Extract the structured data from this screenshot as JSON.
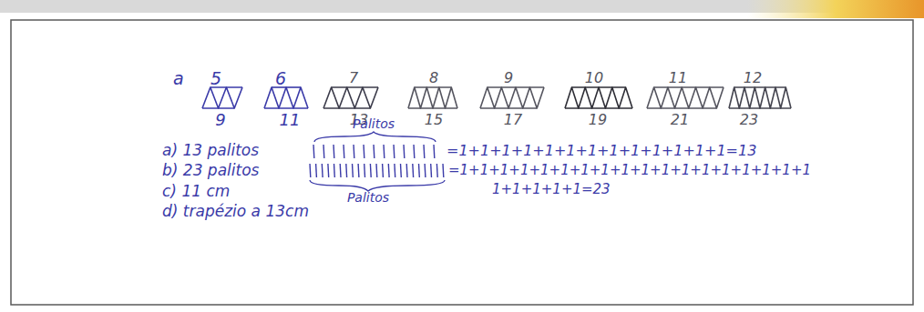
{
  "diagram": {
    "labels": [
      "a",
      "5",
      "6",
      "7",
      "8",
      "9",
      "10",
      "11",
      "12",
      "9",
      "11",
      "13",
      "15",
      "17",
      "19",
      "21",
      "23",
      "Palitos",
      "a) 13 palitos",
      "=1+1+1+1+1+1+1+1+1+1+1+1+1=13",
      "b) 23 palitos",
      "=1+1+1+1+1+1+1+1+1+1+1+1+1+1+1+1+1+1",
      "Palitos",
      "1+1+1+1+1=23",
      "c) 11 cm",
      "d) trapézio a 13cm"
    ]
  }
}
